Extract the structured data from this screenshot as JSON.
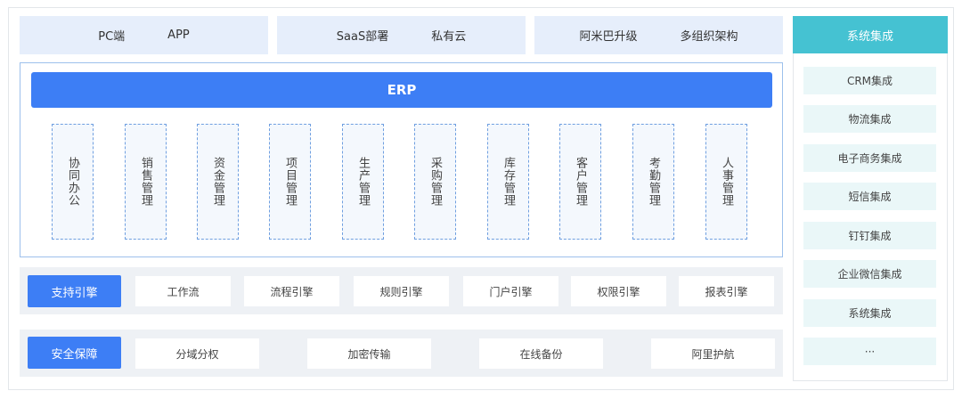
{
  "top": {
    "box1": [
      "PC端",
      "APP"
    ],
    "box2": [
      "SaaS部署",
      "私有云"
    ],
    "box3": [
      "阿米巴升级",
      "多组织架构"
    ]
  },
  "erp": {
    "title": "ERP",
    "modules": [
      "协同办公",
      "销售管理",
      "资金管理",
      "项目管理",
      "生产管理",
      "采购管理",
      "库存管理",
      "客户管理",
      "考勤管理",
      "人事管理"
    ]
  },
  "support": {
    "label": "支持引擎",
    "items": [
      "工作流",
      "流程引擎",
      "规则引擎",
      "门户引擎",
      "权限引擎",
      "报表引擎"
    ]
  },
  "security": {
    "label": "安全保障",
    "items": [
      "分域分权",
      "加密传输",
      "在线备份",
      "阿里护航"
    ]
  },
  "integration": {
    "title": "系统集成",
    "items": [
      "CRM集成",
      "物流集成",
      "电子商务集成",
      "短信集成",
      "钉钉集成",
      "企业微信集成",
      "系统集成",
      "···"
    ]
  },
  "colors": {
    "primary": "#3d7ef5",
    "teal": "#45c2d2",
    "light_blue": "#e6eefb",
    "light_teal": "#eaf7f8"
  }
}
